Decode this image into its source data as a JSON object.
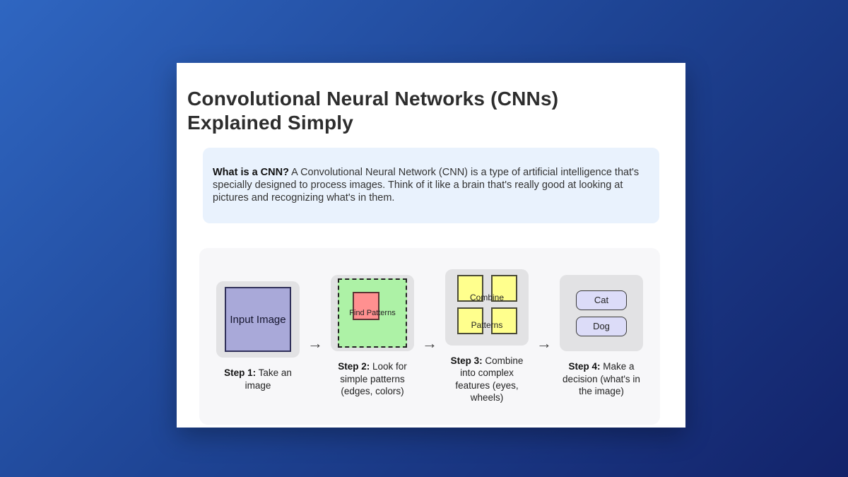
{
  "page": {
    "title": "Convolutional Neural Networks (CNNs) Explained Simply"
  },
  "intro": {
    "label": "What is a CNN?",
    "text": " A Convolutional Neural Network (CNN) is a type of artificial intelligence that's specially designed to process images. Think of it like a brain that's really good at looking at pictures and recognizing what's in them."
  },
  "diagram": {
    "arrow": "→",
    "steps": [
      {
        "label": "Step 1:",
        "caption": " Take an image",
        "box_text": "Input Image"
      },
      {
        "label": "Step 2:",
        "caption": " Look for simple patterns (edges, colors)",
        "box_text": "Find Patterns"
      },
      {
        "label": "Step 3:",
        "caption": " Combine into complex features (eyes, wheels)",
        "box_line1": "Combine",
        "box_line2": "Patterns"
      },
      {
        "label": "Step 4:",
        "caption": " Make a decision (what's in the image)",
        "options": [
          "Cat",
          "Dog"
        ]
      }
    ]
  },
  "colors": {
    "background_top_left": "#2f66c1",
    "background_bottom_right": "#13236a",
    "card": "#ffffff",
    "intro_box": "#e9f2fd",
    "diagram_panel": "#f7f7f9",
    "step_card": "#e2e2e4",
    "input_square": "#a9a9d9",
    "pattern_square": "#adf2a6",
    "patch_square": "#ff9090",
    "feature_square": "#ffff8d",
    "option_button": "#dcdcf8",
    "text": "#333333"
  }
}
